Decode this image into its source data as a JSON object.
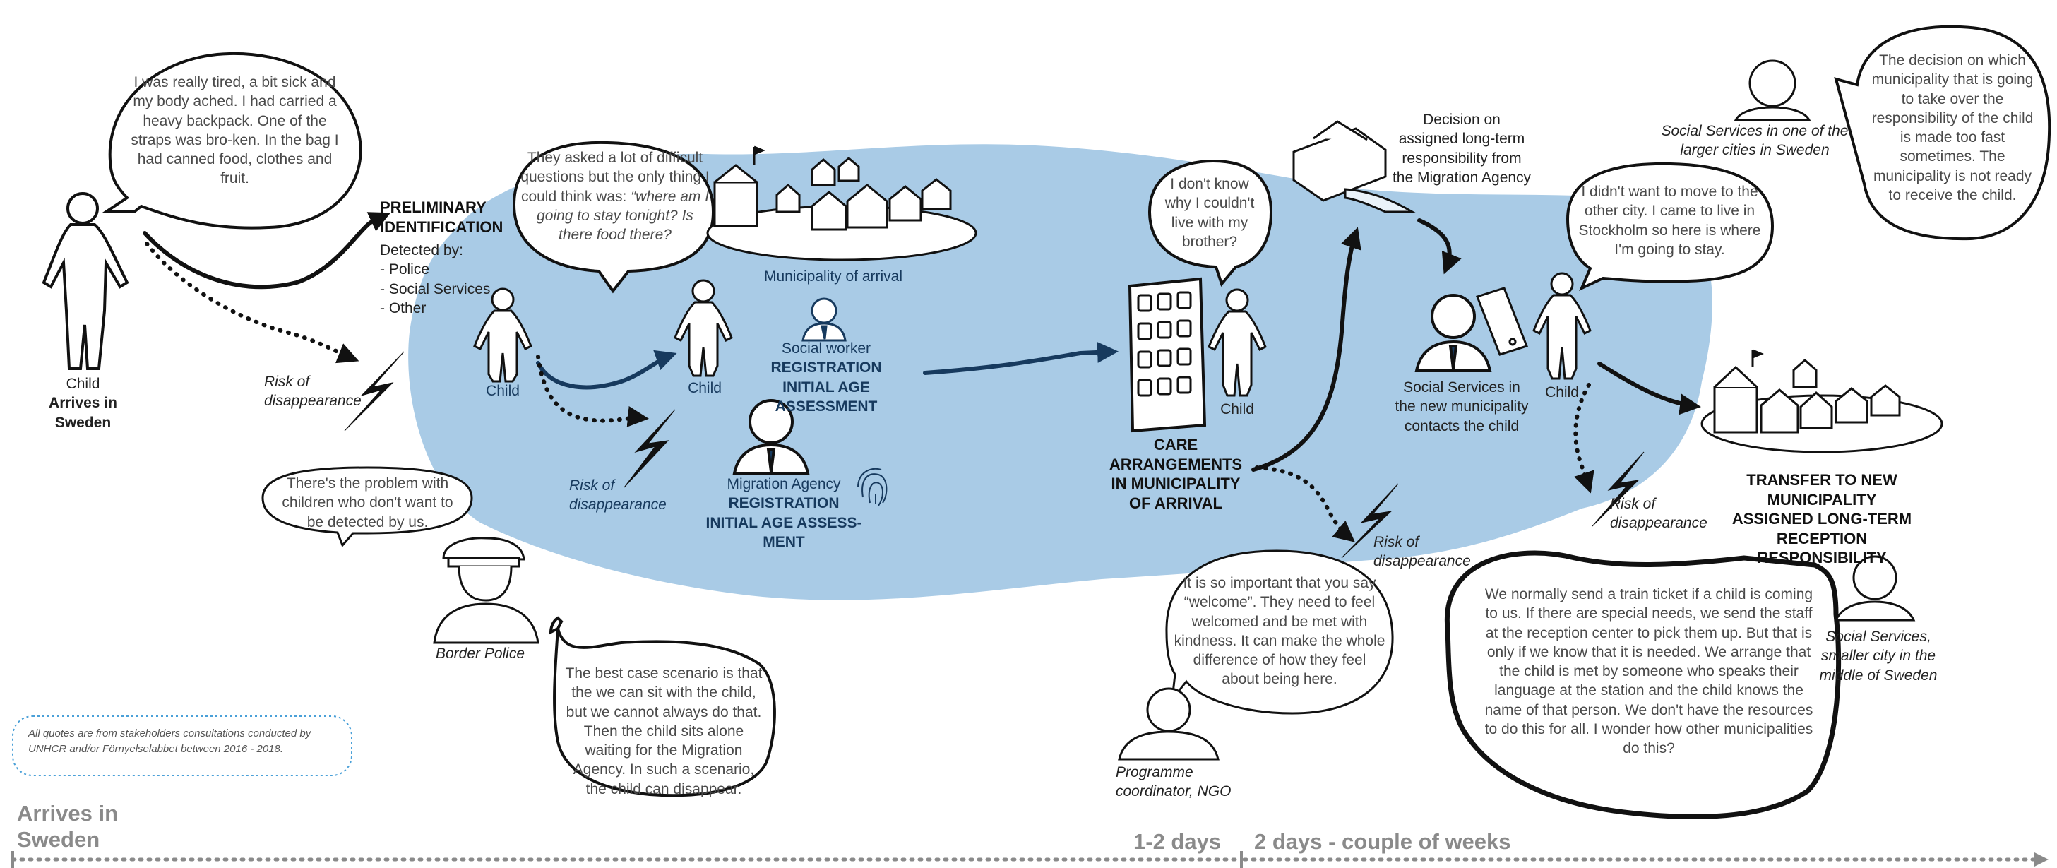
{
  "quotes": {
    "child1": "I was really tired, a bit sick and my body ached. I had carried a heavy backpack. One of the straps was bro-ken. In the bag I had canned food, clothes and fruit.",
    "child2_plain": "They asked a lot of difficult questions but the only thing I could think was: ",
    "child2_italic": "“where am I going to stay tonight? Is there food there?",
    "child3": "I don't know why I couldn't live with my brother?",
    "child4": "I didn't want to move to the other city. I came to live in Stockholm so here is where I'm going to stay.",
    "social_large": "The decision on which municipality that is going to take over the responsibility of the child is made too fast sometimes. The municipality is not ready to receive the child.",
    "border_police": "There's the problem with children who don't want to be detected by us.",
    "migration_best_case": "The best case scenario is that the we can sit with the child, but we cannot always do that. Then the child sits alone waiting for the Migration Agency. In such a scenario, the child can disappear.",
    "ngo": "It is so important that you say “welcome”. They need to feel welcomed and be met with kindness. It can make the whole difference of how they feel about being here.",
    "social_small": "We normally send a train ticket if a child is coming to us. If there are special needs, we send the staff at the reception center to pick them up. But that is only if we know that it is needed. We arrange that the child is met by someone who speaks their language at the station and the child knows the name of that person. We don't have the resources to do this for all. I wonder how other municipalities do this?"
  },
  "labels": {
    "child_arrives_1": "Child",
    "child_arrives_2": "Arrives in",
    "child_arrives_3": "Sweden",
    "prelim_title_1": "PRELIMINARY",
    "prelim_title_2": "IDENTIFICATION",
    "detected_by": "Detected by:",
    "detected_items": [
      "- Police",
      "- Social Services",
      "- Other"
    ],
    "child": "Child",
    "municipality_arrival": "Municipality of arrival",
    "social_worker": "Social worker",
    "registration_sw_1": "REGISTRATION",
    "registration_sw_2": "INITIAL AGE",
    "registration_sw_3": "ASSESSMENT",
    "migration_agency": "Migration Agency",
    "registration_ma_1": "REGISTRATION",
    "registration_ma_2": "INITIAL AGE ASSESS-",
    "registration_ma_3": "MENT",
    "risk_1": "Risk of",
    "risk_2": "disappearance",
    "border_police": "Border Police",
    "care_1": "CARE",
    "care_2": "ARRANGEMENTS",
    "care_3": "IN MUNICIPALITY",
    "care_4": "OF ARRIVAL",
    "decision_1": "Decision on",
    "decision_2": "assigned long-term",
    "decision_3": "responsibility  from",
    "decision_4": "the Migration Agency",
    "ss_new_1": "Social Services in",
    "ss_new_2": "the new municipality",
    "ss_new_3": "contacts the child",
    "ss_large_1": "Social Services in one of the",
    "ss_large_2": "larger cities in Sweden",
    "transfer_1": "TRANSFER TO NEW MUNICIPALITY",
    "transfer_2": "ASSIGNED LONG-TERM RECEPTION",
    "transfer_3": "RESPONSIBILITY",
    "ss_small_1": "Social Services,",
    "ss_small_2": "smaller city in the",
    "ss_small_3": "middle of Sweden",
    "ngo_1": "Programme",
    "ngo_2": "coordinator, NGO",
    "footnote": "All quotes are from stakeholders consultations conducted by UNHCR and/or Förnyelselabbet between 2016 - 2018."
  },
  "timeline": {
    "start_1": "Arrives in",
    "start_2": "Sweden",
    "phase1": "1-2 days",
    "phase2": "2 days - couple of weeks"
  },
  "colors": {
    "blob": "#a9cbe6",
    "ink": "#111111",
    "navy": "#173a5e",
    "timeline": "#8a8a8a",
    "footnote_border": "#4aa0d8"
  }
}
